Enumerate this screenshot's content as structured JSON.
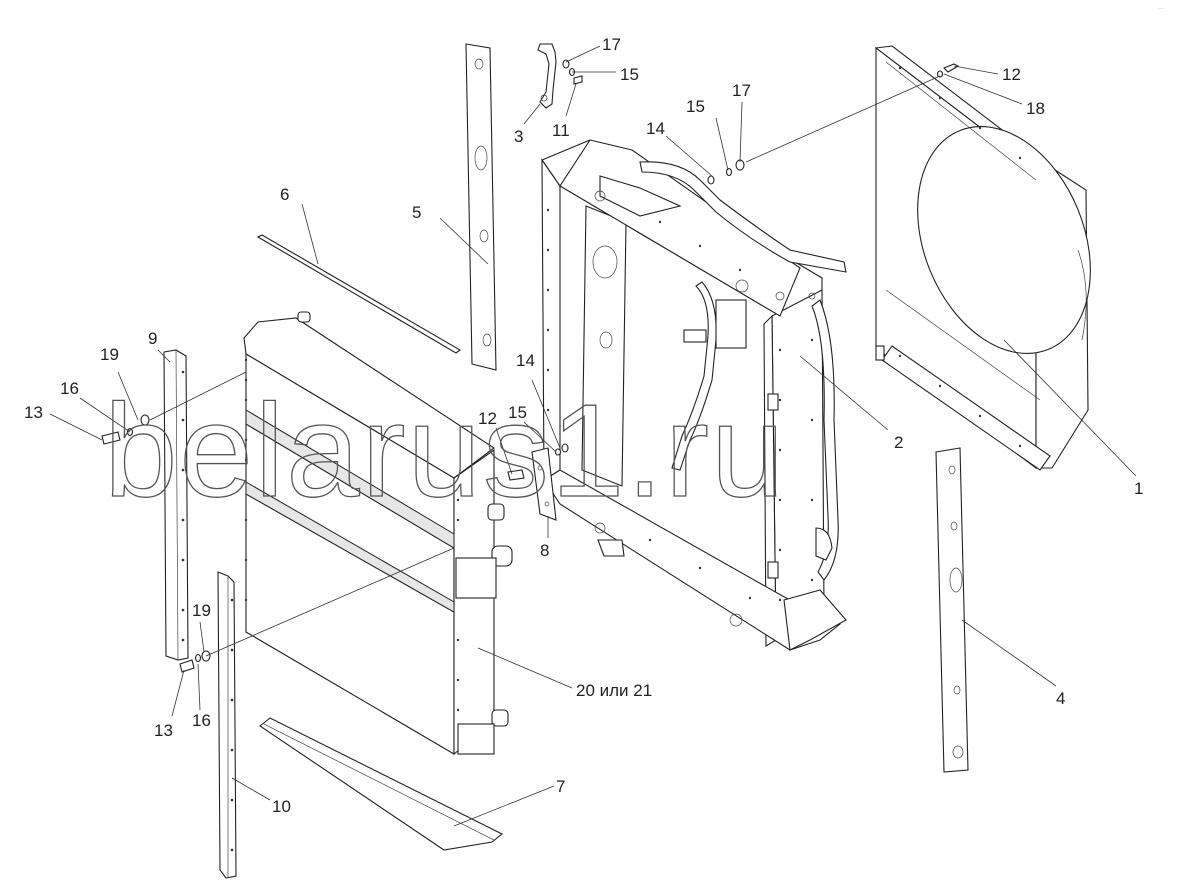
{
  "watermark": "belarus1.ru",
  "corner_mark": "...",
  "callouts": {
    "c1": "1",
    "c2": "2",
    "c3": "3",
    "c4": "4",
    "c5": "5",
    "c6": "6",
    "c7": "7",
    "c8": "8",
    "c9": "9",
    "c10": "10",
    "c11": "11",
    "c12a": "12",
    "c12b": "12",
    "c13a": "13",
    "c13b": "13",
    "c14a": "14",
    "c14b": "14",
    "c15a": "15",
    "c15b": "15",
    "c15c": "15",
    "c16a": "16",
    "c16b": "16",
    "c17a": "17",
    "c17b": "17",
    "c18": "18",
    "c19a": "19",
    "c19b": "19",
    "c20": "20 или 21"
  }
}
